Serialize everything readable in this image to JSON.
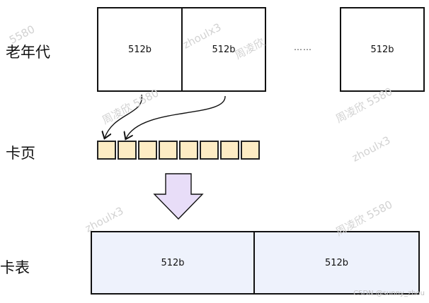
{
  "labels": {
    "old_gen": "老年代",
    "card_page": "卡页",
    "card_table": "卡表"
  },
  "old_gen_blocks": [
    "512b",
    "512b",
    "512b"
  ],
  "ellipsis": "……",
  "card_table_cells": [
    "512b",
    "512b"
  ],
  "card_count": 8,
  "watermarks": [
    "zhoulx3",
    "5580",
    "周凌欣",
    "周凌欣 5580",
    "zhoulx3",
    "周凌欣 5580",
    "zhoulx3",
    "周凌欣 5580"
  ],
  "footer_watermark": "CSDN @sunny_zhou",
  "colors": {
    "card_fill": "#fdecc4",
    "card_table_fill": "#eef2fc",
    "down_arrow_fill": "#e8ddf8"
  }
}
